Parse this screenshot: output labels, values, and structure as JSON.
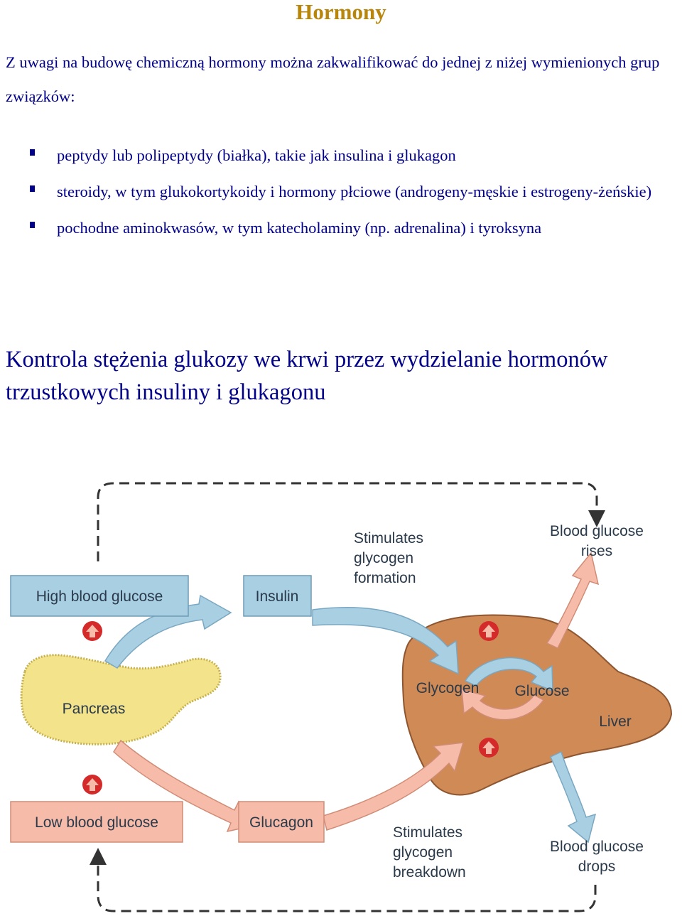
{
  "title": "Hormony",
  "intro": "Z uwagi na budowę chemiczną  hormony można zakwalifikować do jednej z niżej wymienionych grup związków:",
  "bullets": [
    "peptydy lub polipeptydy (białka), takie jak insulina i glukagon",
    "steroidy, w tym glukokortykoidy i hormony płciowe (androgeny-męskie i estrogeny-żeńskie)",
    "pochodne aminokwasów, w tym katecholaminy (np. adrenalina) i tyroksyna"
  ],
  "subtitle": "Kontrola stężenia glukozy we krwi przez wydzielanie hormonów trzustkowych insuliny i glukagonu",
  "diagram": {
    "high_blood_glucose": "High blood glucose",
    "insulin": "Insulin",
    "stimulates_formation": [
      "Stimulates",
      "glycogen",
      "formation"
    ],
    "blood_glucose_rises": [
      "Blood glucose",
      "rises"
    ],
    "pancreas": "Pancreas",
    "glycogen": "Glycogen",
    "glucose": "Glucose",
    "liver": "Liver",
    "low_blood_glucose": "Low blood glucose",
    "glucagon": "Glucagon",
    "stimulates_breakdown": [
      "Stimulates",
      "glycogen",
      "breakdown"
    ],
    "blood_glucose_drops": [
      "Blood glucose",
      "drops"
    ]
  },
  "colors": {
    "title": "#b8860b",
    "text": "#00008b",
    "blue_box": "#a9cfe3",
    "pink_box": "#f6bca9",
    "liver": "#cf8a55",
    "pancreas": "#f3e48c",
    "signal": "#d42a2a"
  }
}
